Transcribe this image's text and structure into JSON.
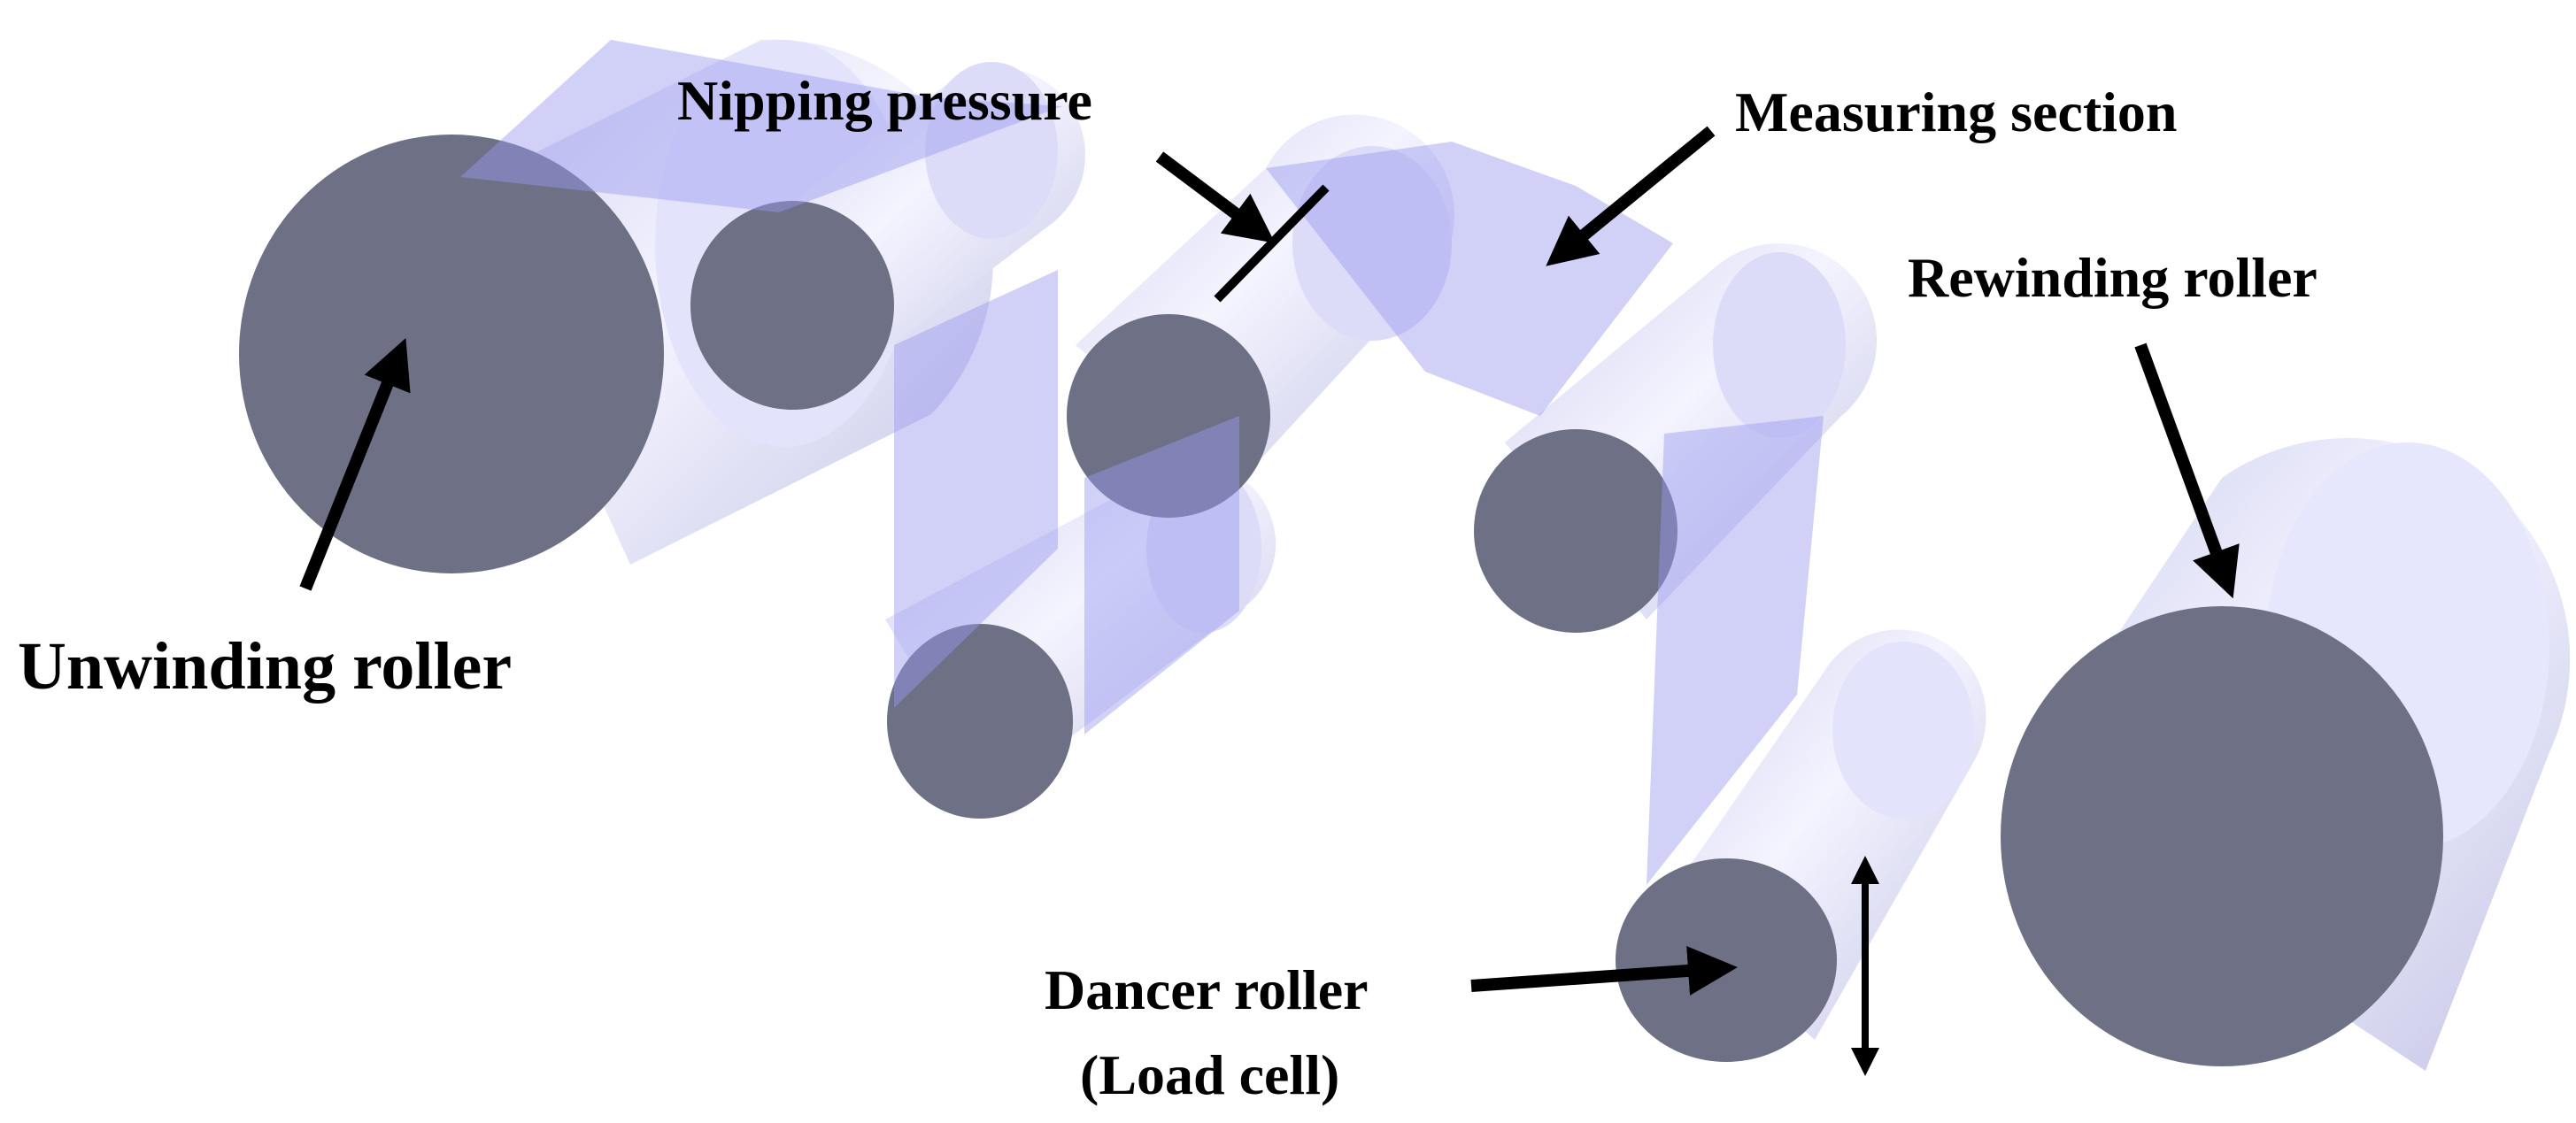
{
  "labels": {
    "nipping_pressure": "Nipping pressure",
    "measuring_section": "Measuring section",
    "rewinding_roller": "Rewinding roller",
    "unwinding_roller": "Unwinding roller",
    "dancer_roller_line1": "Dancer roller",
    "dancer_roller_line2": "(Load cell)"
  },
  "colors": {
    "roller_face": "#6e7085",
    "roller_body_light": "#f0f0ff",
    "roller_body_mid": "#c8c8ec",
    "web": "#a8a8f0",
    "arrow": "#000000"
  }
}
